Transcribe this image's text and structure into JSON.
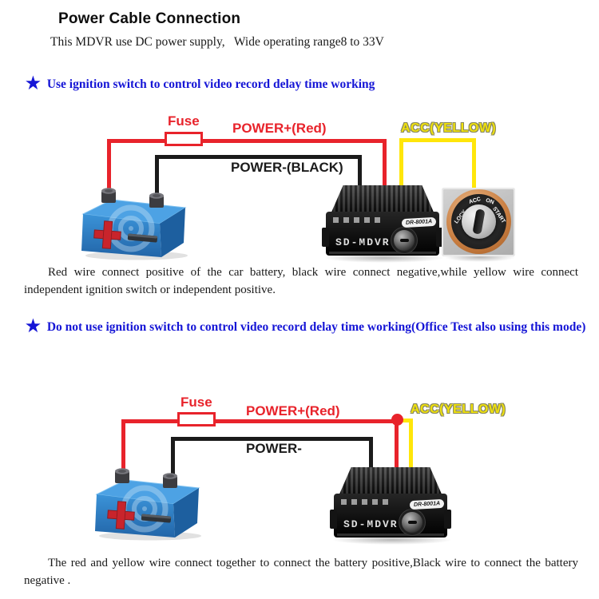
{
  "document": {
    "title": "Power Cable Connection",
    "intro": "This MDVR use DC power supply,   Wide operating range8 to 33V"
  },
  "sections": {
    "with_ignition": {
      "star": "★",
      "heading": "Use ignition switch to control video record delay time working",
      "note": "Red wire connect positive of the car battery, black wire connect negative,while yellow wire connect independent ignition switch or independent positive."
    },
    "without_ignition": {
      "star": "★",
      "heading": "Do not use ignition switch to control video record delay time working(Office Test also using this mode)",
      "note": "The red and yellow wire connect together to connect the battery positive,Black wire to connect the battery negative ."
    }
  },
  "diagram1": {
    "fuse": "Fuse",
    "power_positive": "POWER+(Red)",
    "power_negative": "POWER-(BLACK)",
    "acc": "ACC(YELLOW)",
    "device_name": "SD-MDVR",
    "device_model": "DR-8001A",
    "ignition": [
      "LOCK",
      "ACC",
      "ON",
      "START"
    ]
  },
  "diagram2": {
    "fuse": "Fuse",
    "power_positive": "POWER+(Red)",
    "power_negative": "POWER-",
    "acc": "ACC(YELLOW)",
    "device_name": "SD-MDVR",
    "device_model": "DR-8001A"
  },
  "colors": {
    "heading_blue": "#1515d6",
    "wire_red": "#e8232b",
    "wire_black": "#1b1b1b",
    "wire_yellow": "#ffe60a",
    "acc_label_yellow": "#f0e10c",
    "battery_blue": "#2e82c8"
  }
}
